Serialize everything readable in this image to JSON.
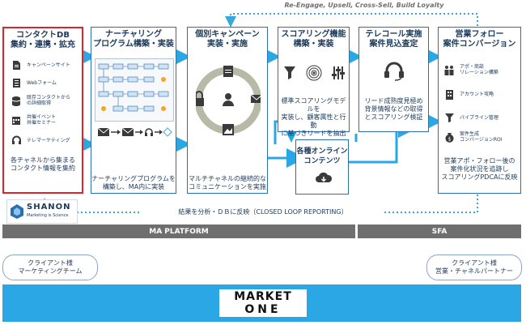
{
  "loop_top": "Re-Engage, Upsell, Cross-Sell, Build Loyalty",
  "loop_bottom": "結果を分析・ＤＢに反映（CLOSED LOOP REPORTING）",
  "col1": {
    "title": [
      "コンタクトDB",
      "集約・連携・拡充"
    ],
    "items": [
      "キャンペーンサイト",
      "Webフォーム",
      "既存コンタクトから\nの詳細取得",
      "共催イベント\n共催セミナー",
      "テレマーケティング"
    ],
    "desc": [
      "各チャネルから集まる",
      "コンタクト情報を集約"
    ],
    "logo_name": "SHANON",
    "logo_tag": "Marketing is Science"
  },
  "col2": {
    "title": [
      "ナーチャリング",
      "プログラム構築・実装"
    ],
    "desc": [
      "ナーチャリングプログラムを",
      "構築し、MA内に実装"
    ]
  },
  "col3": {
    "title": [
      "個別キャンペーン",
      "実装・実施"
    ],
    "desc": [
      "マルチチャネルの継続的な",
      "コミュニケーションを実施"
    ]
  },
  "col4": {
    "title": [
      "スコアリング機能",
      "構築・実装"
    ],
    "desc": [
      "標準スコアリングモデルを",
      "実装し、顧客属性と行動",
      "に基づきリードを抽出"
    ]
  },
  "col5": {
    "title": [
      "テレコール実施",
      "案件見込査定"
    ],
    "desc": [
      "リード成熟度見極め",
      "背景情報などの取得",
      "とスコアリング検証"
    ]
  },
  "col6": {
    "title": [
      "営業フォロー",
      "案件コンバージョン"
    ],
    "items": [
      "アポ・商談\nリレーション構築",
      "アカウント攻略",
      "パイプライン管理",
      "案件生成\nコンバージョンROI"
    ],
    "desc": [
      "営業アポ・フォロー後の",
      "案件化状況を追跡し",
      "スコアリングPDCAに反映"
    ]
  },
  "online": {
    "title": [
      "各種オンライン",
      "コンテンツ"
    ]
  },
  "bars": {
    "ma": "MA PLATFORM",
    "sfa": "SFA"
  },
  "clients": {
    "left": [
      "クライアント様",
      "マーケティングチーム"
    ],
    "right": [
      "クライアント様",
      "営業・チャネルパートナー"
    ]
  },
  "brand": {
    "top": "MARKET",
    "bottom": "ONE"
  },
  "colors": {
    "blue": "#2a6fb0",
    "accent": "#1aa0e0",
    "red": "#d9252f",
    "grey": "#6f6f6f",
    "bar": "#2aa7e4"
  }
}
